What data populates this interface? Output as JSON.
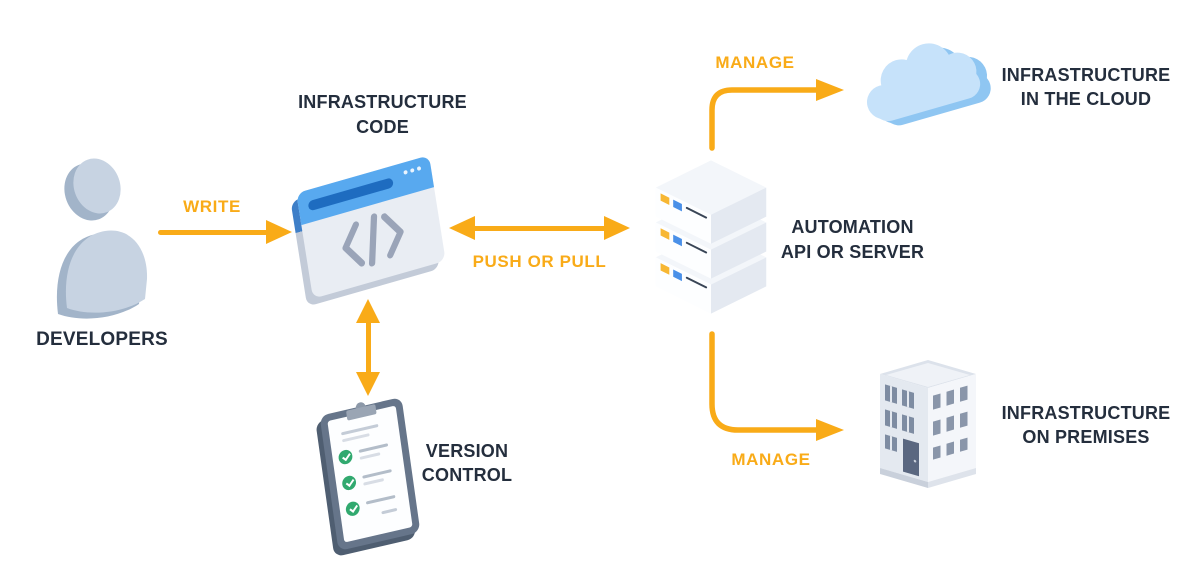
{
  "diagram": {
    "background": "#FFFFFF",
    "colors": {
      "accent_orange": "#F9AB18",
      "label_dark": "#242E3D",
      "browser_blue": "#58A9EF",
      "browser_blue_dark": "#1E6CC0",
      "server_led_yellow": "#F7B733",
      "server_led_blue": "#4A90E8",
      "cloud_blue": "#C6E2FA",
      "cloud_blue_shadow": "#8FC6F2",
      "check_green": "#31A96F"
    },
    "nodes": {
      "developers": {
        "label": "DEVELOPERS",
        "icon": "developer-person-icon"
      },
      "infrastructure_code": {
        "label_line1": "INFRASTRUCTURE",
        "label_line2": "CODE",
        "icon": "browser-code-icon"
      },
      "version_control": {
        "label_line1": "VERSION",
        "label_line2": "CONTROL",
        "icon": "clipboard-checklist-icon"
      },
      "automation_api": {
        "label_line1": "AUTOMATION",
        "label_line2": "API OR SERVER",
        "icon": "server-stack-icon"
      },
      "infrastructure_cloud": {
        "label_line1": "INFRASTRUCTURE",
        "label_line2": "IN THE CLOUD",
        "icon": "cloud-icon"
      },
      "infrastructure_premises": {
        "label_line1": "INFRASTRUCTURE",
        "label_line2": "ON PREMISES",
        "icon": "building-icon"
      }
    },
    "edges": {
      "write": {
        "label": "WRITE",
        "from": "developers",
        "to": "infrastructure_code",
        "style": "arrow-right"
      },
      "push_or_pull": {
        "label": "PUSH OR PULL",
        "from": "infrastructure_code",
        "to": "automation_api",
        "style": "arrow-both-horizontal"
      },
      "version_sync": {
        "label": "",
        "from": "infrastructure_code",
        "to": "version_control",
        "style": "arrow-both-vertical"
      },
      "manage_cloud": {
        "label": "MANAGE",
        "from": "automation_api",
        "to": "infrastructure_cloud",
        "style": "elbow-up-right"
      },
      "manage_premises": {
        "label": "MANAGE",
        "from": "automation_api",
        "to": "infrastructure_premises",
        "style": "elbow-down-right"
      }
    }
  }
}
